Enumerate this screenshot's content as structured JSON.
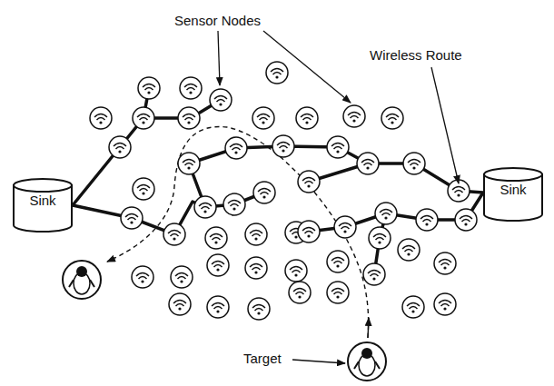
{
  "diagram": {
    "nodes": [
      {
        "text": [
          "Sink"
        ]
      },
      {
        "text": [
          "Sink"
        ]
      }
    ],
    "labels": [
      "Sensor Nodes",
      "Wireless Route",
      "Target"
    ]
  }
}
